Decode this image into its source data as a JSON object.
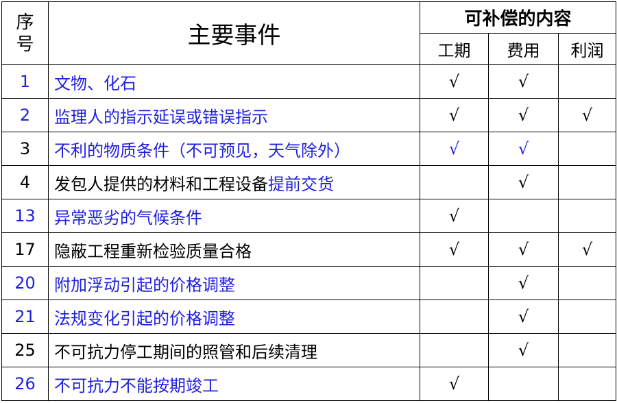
{
  "table": {
    "header": {
      "num": "序号",
      "event": "主要事件",
      "group": "可补偿的内容",
      "sub": [
        "工期",
        "费用",
        "利润"
      ]
    },
    "rows": [
      {
        "num": "1",
        "event": "文物、化石",
        "event_suffix": "",
        "time": "√",
        "cost": "√",
        "profit": "",
        "num_color": "#1f1fe0",
        "event_color": "#1f1fe0",
        "mark_color": "#000000"
      },
      {
        "num": "2",
        "event": "监理人的指示延误或错误指示",
        "event_suffix": "",
        "time": "√",
        "cost": "√",
        "profit": "√",
        "num_color": "#1f1fe0",
        "event_color": "#1f1fe0",
        "mark_color": "#000000"
      },
      {
        "num": "3",
        "event": "不利的物质条件（不可预见，天气除外）",
        "event_suffix": "",
        "time": "√",
        "cost": "√",
        "profit": "",
        "num_color": "#000000",
        "event_color": "#1f1fe0",
        "mark_color": "#1f1fe0"
      },
      {
        "num": "4",
        "event": "发包人提供的材料和工程设备",
        "event_suffix": "提前交货",
        "time": "",
        "cost": "√",
        "profit": "",
        "num_color": "#000000",
        "event_color": "#000000",
        "mark_color": "#000000"
      },
      {
        "num": "13",
        "event": "异常恶劣的气候条件",
        "event_suffix": "",
        "time": "√",
        "cost": "",
        "profit": "",
        "num_color": "#1f1fe0",
        "event_color": "#1f1fe0",
        "mark_color": "#000000"
      },
      {
        "num": "17",
        "event": "隐蔽工程重新检验质量合格",
        "event_suffix": "",
        "time": "√",
        "cost": "√",
        "profit": "√",
        "num_color": "#000000",
        "event_color": "#000000",
        "mark_color": "#000000"
      },
      {
        "num": "20",
        "event": "附加浮动引起的价格调整",
        "event_suffix": "",
        "time": "",
        "cost": "√",
        "profit": "",
        "num_color": "#1f1fe0",
        "event_color": "#1f1fe0",
        "mark_color": "#000000"
      },
      {
        "num": "21",
        "event": "法规变化引起的价格调整",
        "event_suffix": "",
        "time": "",
        "cost": "√",
        "profit": "",
        "num_color": "#1f1fe0",
        "event_color": "#1f1fe0",
        "mark_color": "#000000"
      },
      {
        "num": "25",
        "event": "不可抗力停工期间的照管和后续清理",
        "event_suffix": "",
        "time": "",
        "cost": "√",
        "profit": "",
        "num_color": "#000000",
        "event_color": "#000000",
        "mark_color": "#000000"
      },
      {
        "num": "26",
        "event": "不可抗力不能按期竣工",
        "event_suffix": "",
        "time": "√",
        "cost": "",
        "profit": "",
        "num_color": "#1f1fe0",
        "event_color": "#1f1fe0",
        "mark_color": "#000000"
      }
    ],
    "suffix_color": "#1f1fe0"
  }
}
